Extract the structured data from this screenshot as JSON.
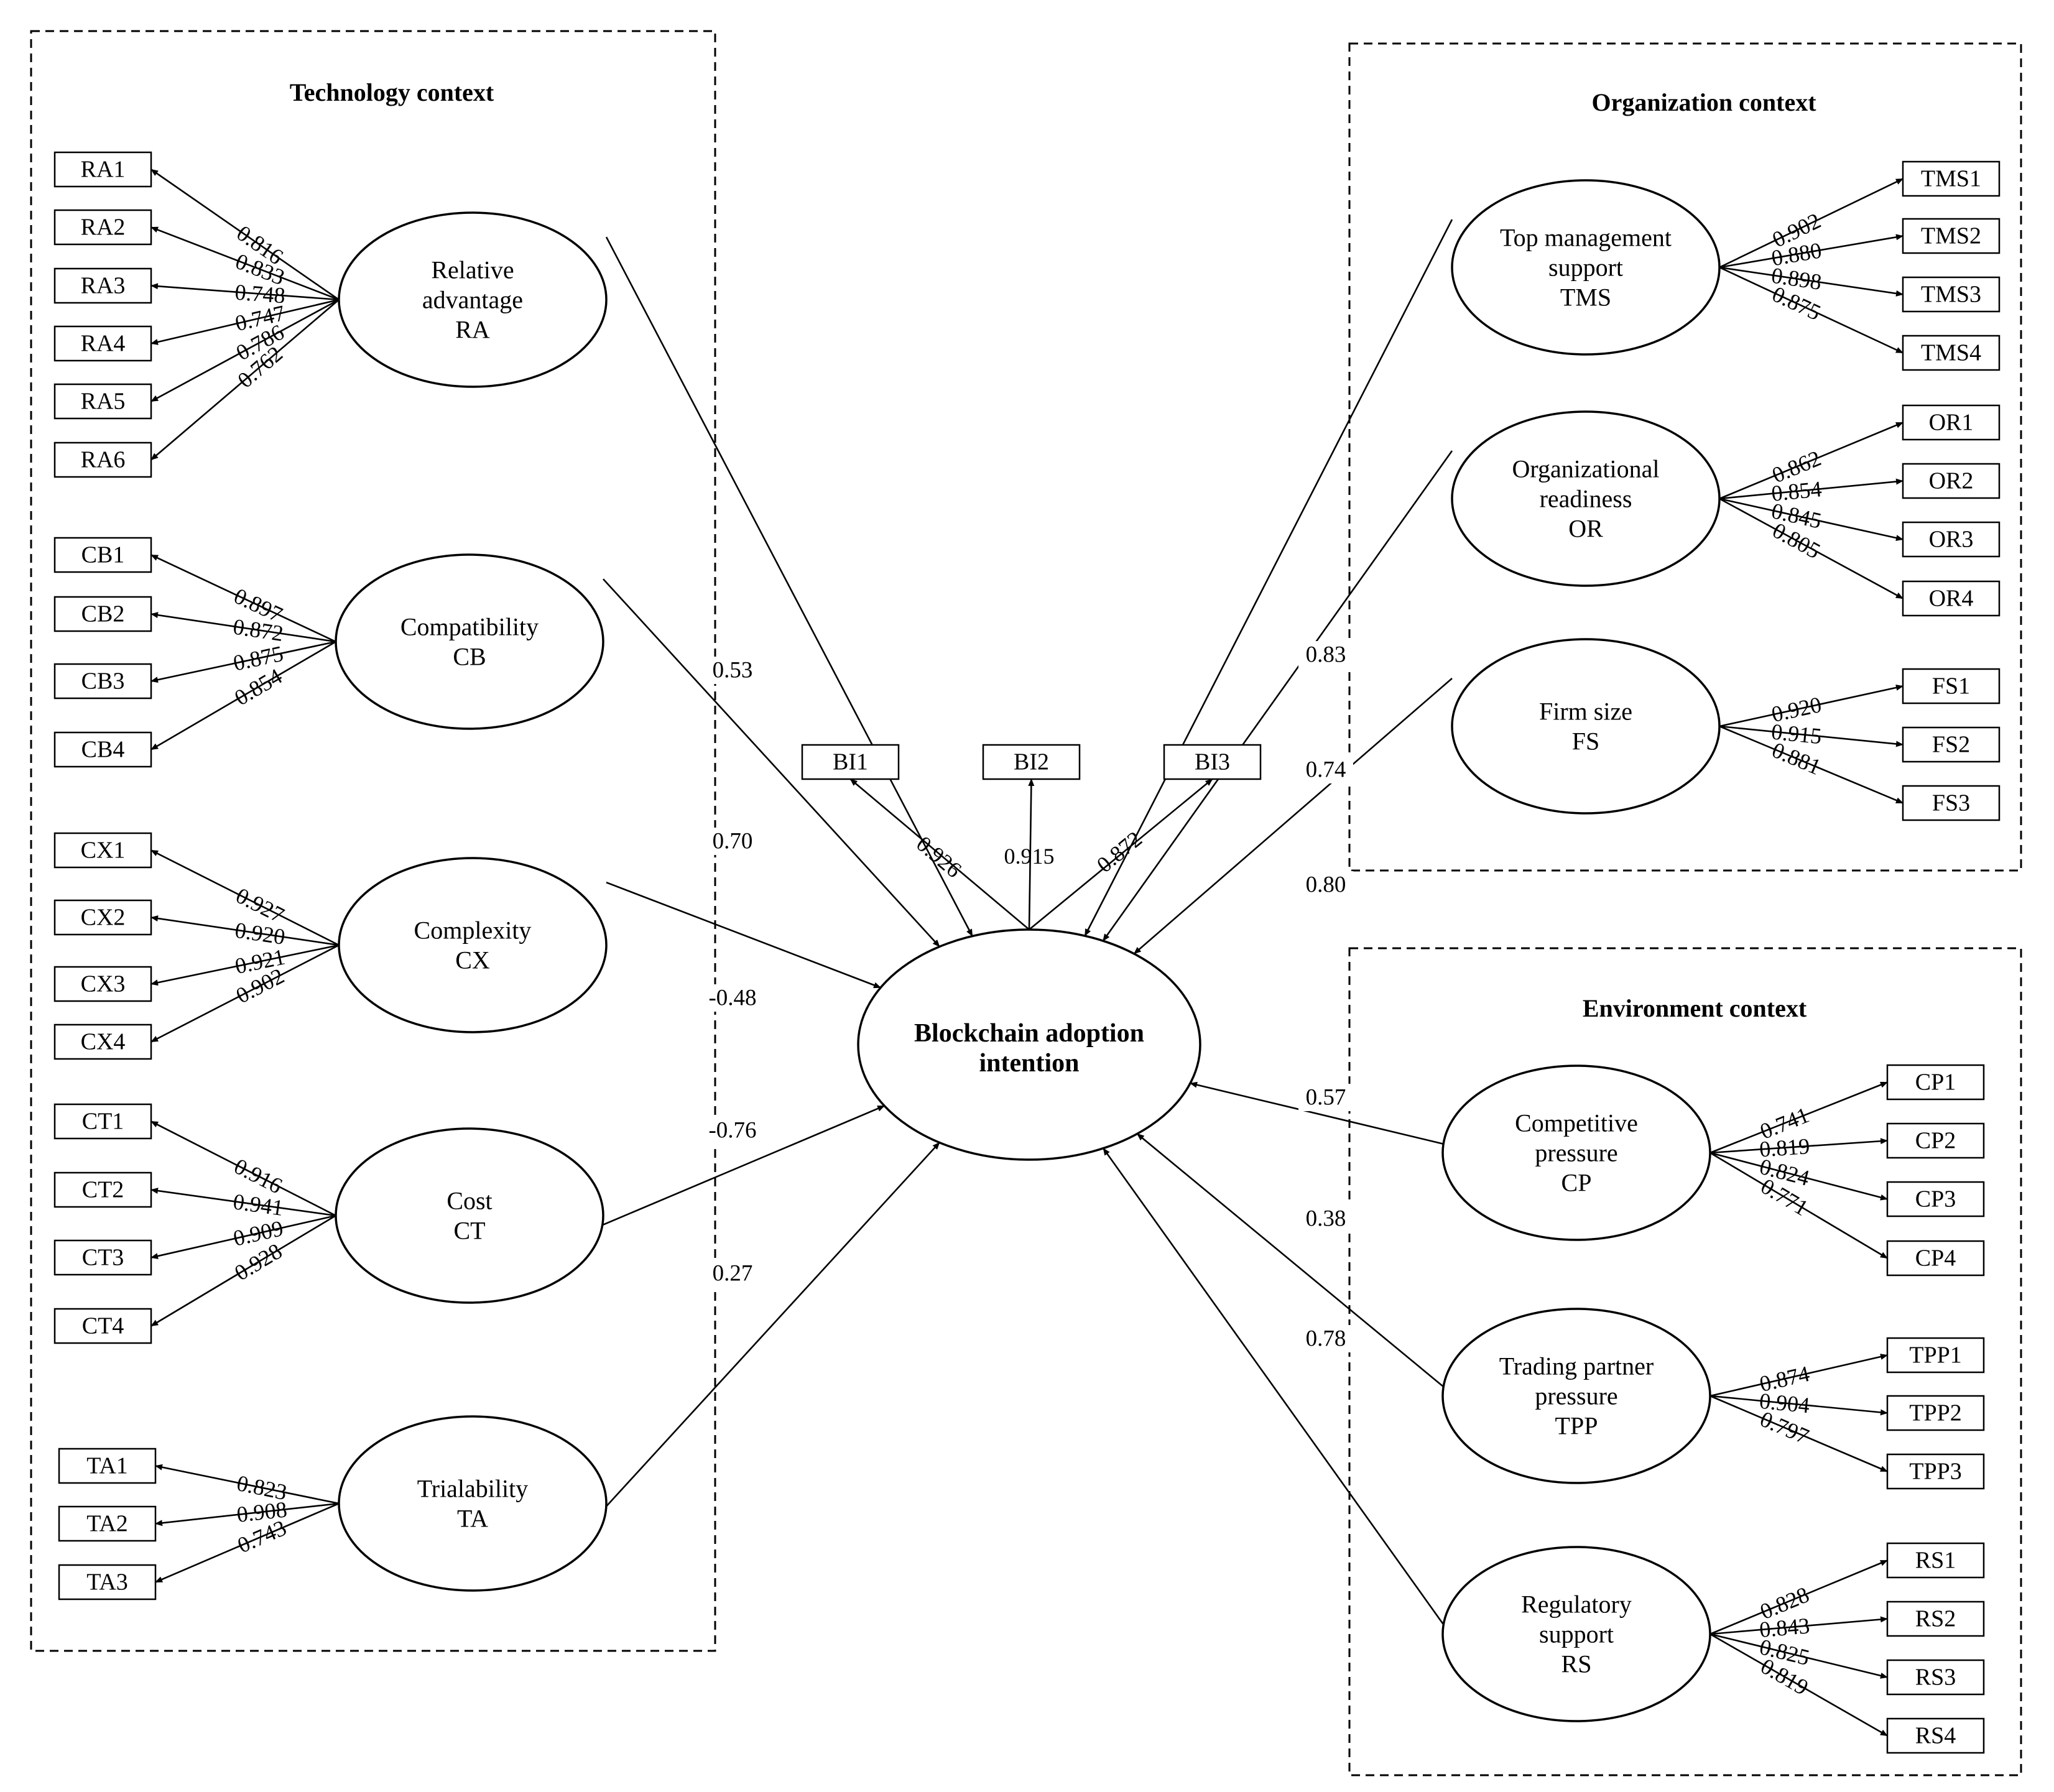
{
  "contexts": {
    "technology": "Technology context",
    "organization": "Organization context",
    "environment": "Environment context"
  },
  "central": {
    "line1": "Blockchain adoption",
    "line2": "intention",
    "indicators": [
      {
        "name": "BI1",
        "loading": "0.926"
      },
      {
        "name": "BI2",
        "loading": "0.915"
      },
      {
        "name": "BI3",
        "loading": "0.872"
      }
    ]
  },
  "constructs": [
    {
      "key": "RA",
      "context": "technology",
      "lines": [
        "Relative",
        "advantage",
        "RA"
      ],
      "path": "0.53",
      "indicators": [
        {
          "name": "RA1",
          "loading": "0.816"
        },
        {
          "name": "RA2",
          "loading": "0.833"
        },
        {
          "name": "RA3",
          "loading": "0.748"
        },
        {
          "name": "RA4",
          "loading": "0.747"
        },
        {
          "name": "RA5",
          "loading": "0.786"
        },
        {
          "name": "RA6",
          "loading": "0.762"
        }
      ]
    },
    {
      "key": "CB",
      "context": "technology",
      "lines": [
        "Compatibility",
        "CB"
      ],
      "path": "0.70",
      "indicators": [
        {
          "name": "CB1",
          "loading": "0.897"
        },
        {
          "name": "CB2",
          "loading": "0.872"
        },
        {
          "name": "CB3",
          "loading": "0.875"
        },
        {
          "name": "CB4",
          "loading": "0.854"
        }
      ]
    },
    {
      "key": "CX",
      "context": "technology",
      "lines": [
        "Complexity",
        "CX"
      ],
      "path": "-0.48",
      "indicators": [
        {
          "name": "CX1",
          "loading": "0.927"
        },
        {
          "name": "CX2",
          "loading": "0.920"
        },
        {
          "name": "CX3",
          "loading": "0.921"
        },
        {
          "name": "CX4",
          "loading": "0.902"
        }
      ]
    },
    {
      "key": "CT",
      "context": "technology",
      "lines": [
        "Cost",
        "CT"
      ],
      "path": "-0.76",
      "indicators": [
        {
          "name": "CT1",
          "loading": "0.916"
        },
        {
          "name": "CT2",
          "loading": "0.941"
        },
        {
          "name": "CT3",
          "loading": "0.909"
        },
        {
          "name": "CT4",
          "loading": "0.928"
        }
      ]
    },
    {
      "key": "TA",
      "context": "technology",
      "lines": [
        "Trialability",
        "TA"
      ],
      "path": "0.27",
      "indicators": [
        {
          "name": "TA1",
          "loading": "0.823"
        },
        {
          "name": "TA2",
          "loading": "0.908"
        },
        {
          "name": "TA3",
          "loading": "0.743"
        }
      ]
    },
    {
      "key": "TMS",
      "context": "organization",
      "lines": [
        "Top management",
        "support",
        "TMS"
      ],
      "path": "0.83",
      "indicators": [
        {
          "name": "TMS1",
          "loading": "0.902"
        },
        {
          "name": "TMS2",
          "loading": "0.880"
        },
        {
          "name": "TMS3",
          "loading": "0.898"
        },
        {
          "name": "TMS4",
          "loading": "0.875"
        }
      ]
    },
    {
      "key": "OR",
      "context": "organization",
      "lines": [
        "Organizational",
        "readiness",
        "OR"
      ],
      "path": "0.74",
      "indicators": [
        {
          "name": "OR1",
          "loading": "0.862"
        },
        {
          "name": "OR2",
          "loading": "0.854"
        },
        {
          "name": "OR3",
          "loading": "0.845"
        },
        {
          "name": "OR4",
          "loading": "0.805"
        }
      ]
    },
    {
      "key": "FS",
      "context": "organization",
      "lines": [
        "Firm size",
        "FS"
      ],
      "path": "0.80",
      "indicators": [
        {
          "name": "FS1",
          "loading": "0.920"
        },
        {
          "name": "FS2",
          "loading": "0.915"
        },
        {
          "name": "FS3",
          "loading": "0.881"
        }
      ]
    },
    {
      "key": "CP",
      "context": "environment",
      "lines": [
        "Competitive",
        "pressure",
        "CP"
      ],
      "path": "0.57",
      "indicators": [
        {
          "name": "CP1",
          "loading": "0.741"
        },
        {
          "name": "CP2",
          "loading": "0.819"
        },
        {
          "name": "CP3",
          "loading": "0.824"
        },
        {
          "name": "CP4",
          "loading": "0.771"
        }
      ]
    },
    {
      "key": "TPP",
      "context": "environment",
      "lines": [
        "Trading partner",
        "pressure",
        "TPP"
      ],
      "path": "0.38",
      "indicators": [
        {
          "name": "TPP1",
          "loading": "0.874"
        },
        {
          "name": "TPP2",
          "loading": "0.904"
        },
        {
          "name": "TPP3",
          "loading": "0.797"
        }
      ]
    },
    {
      "key": "RS",
      "context": "environment",
      "lines": [
        "Regulatory",
        "support",
        "RS"
      ],
      "path": "0.78",
      "indicators": [
        {
          "name": "RS1",
          "loading": "0.828"
        },
        {
          "name": "RS2",
          "loading": "0.843"
        },
        {
          "name": "RS3",
          "loading": "0.825"
        },
        {
          "name": "RS4",
          "loading": "0.819"
        }
      ]
    }
  ]
}
